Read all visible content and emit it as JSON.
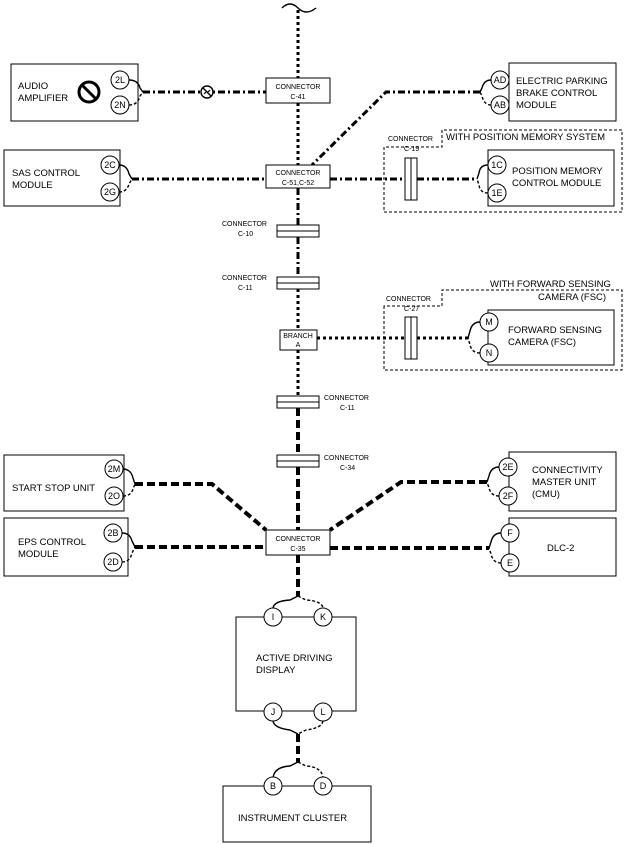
{
  "modules": {
    "audio_amplifier": [
      "AUDIO",
      "AMPLIFIER"
    ],
    "epb": [
      "ELECTRIC PARKING",
      "BRAKE CONTROL",
      "MODULE"
    ],
    "sas": [
      "SAS CONTROL",
      "MODULE"
    ],
    "position_memory": [
      "POSITION MEMORY",
      "CONTROL MODULE"
    ],
    "forward_sensing": [
      "FORWARD SENSING",
      "CAMERA (FSC)"
    ],
    "start_stop": [
      "START STOP UNIT"
    ],
    "cmu": [
      "CONNECTIVITY",
      "MASTER UNIT",
      "(CMU)"
    ],
    "eps": [
      "EPS CONTROL",
      "MODULE"
    ],
    "dlc": [
      "DLC-2"
    ],
    "adp": [
      "ACTIVE DRIVING",
      "DISPLAY"
    ],
    "cluster": [
      "INSTRUMENT CLUSTER"
    ]
  },
  "option_labels": {
    "position_memory": "WITH POSITION MEMORY SYSTEM",
    "fsc": [
      "WITH FORWARD SENSING",
      "CAMERA (FSC)"
    ]
  },
  "connectors": {
    "c41": [
      "CONNECTOR",
      "C-41"
    ],
    "c51": [
      "CONNECTOR",
      "C-51,C-52"
    ],
    "c10": [
      "CONNECTOR",
      "C-10"
    ],
    "c11a": [
      "CONNECTOR",
      "C-11"
    ],
    "branch": [
      "BRANCH",
      "A"
    ],
    "c11b": [
      "CONNECTOR",
      "C-11"
    ],
    "c34": [
      "CONNECTOR",
      "C-34"
    ],
    "c35": [
      "CONNECTOR",
      "C-35"
    ],
    "c19": [
      "CONNECTOR",
      "C-19"
    ],
    "c27": [
      "CONNECTOR",
      "C-27"
    ]
  },
  "pins": {
    "aa_1": "2L",
    "aa_2": "2N",
    "epb_1": "AD",
    "epb_2": "AB",
    "sas_1": "2C",
    "sas_2": "2G",
    "pm_1": "1C",
    "pm_2": "1E",
    "fsc_1": "M",
    "fsc_2": "N",
    "ss_1": "2M",
    "ss_2": "2O",
    "cmu_1": "2E",
    "cmu_2": "2F",
    "eps_1": "2B",
    "eps_2": "2D",
    "dlc_1": "F",
    "dlc_2": "E",
    "adp_1": "I",
    "adp_2": "K",
    "adp_3": "J",
    "adp_4": "L",
    "ic_1": "B",
    "ic_2": "D"
  },
  "icons": {
    "prohibit": "prohibited-circle-icon",
    "disconnect": "disconnected-link-icon"
  }
}
